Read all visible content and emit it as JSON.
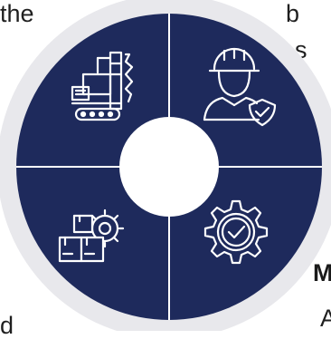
{
  "colors": {
    "quadrant_fill": "#1e2a5c",
    "ring": "#e8e8ec",
    "divider": "#ffffff",
    "icon_stroke": "#ffffff",
    "center": "#ffffff"
  },
  "quadrants": [
    {
      "position": "top-left",
      "icon": "drilling-rig-icon"
    },
    {
      "position": "top-right",
      "icon": "worker-safety-icon"
    },
    {
      "position": "bottom-left",
      "icon": "supply-chain-icon"
    },
    {
      "position": "bottom-right",
      "icon": "quality-gear-icon"
    }
  ],
  "text_fragments": {
    "top_left": "the",
    "top_right_1": "b",
    "top_right_2": "s",
    "bottom_right_1": "M",
    "bottom_right_2": "A",
    "bottom_left": "d"
  }
}
